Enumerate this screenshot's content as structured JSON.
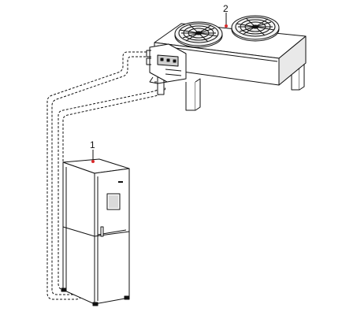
{
  "callouts": [
    {
      "number": "1",
      "component": "indoor-unit"
    },
    {
      "number": "2",
      "component": "outdoor-condenser"
    }
  ],
  "colors": {
    "line": "#111111",
    "marker": "#d9292a",
    "panel_fill": "#ffffff",
    "shade": "#bfbfbf"
  },
  "fan_count": 2
}
